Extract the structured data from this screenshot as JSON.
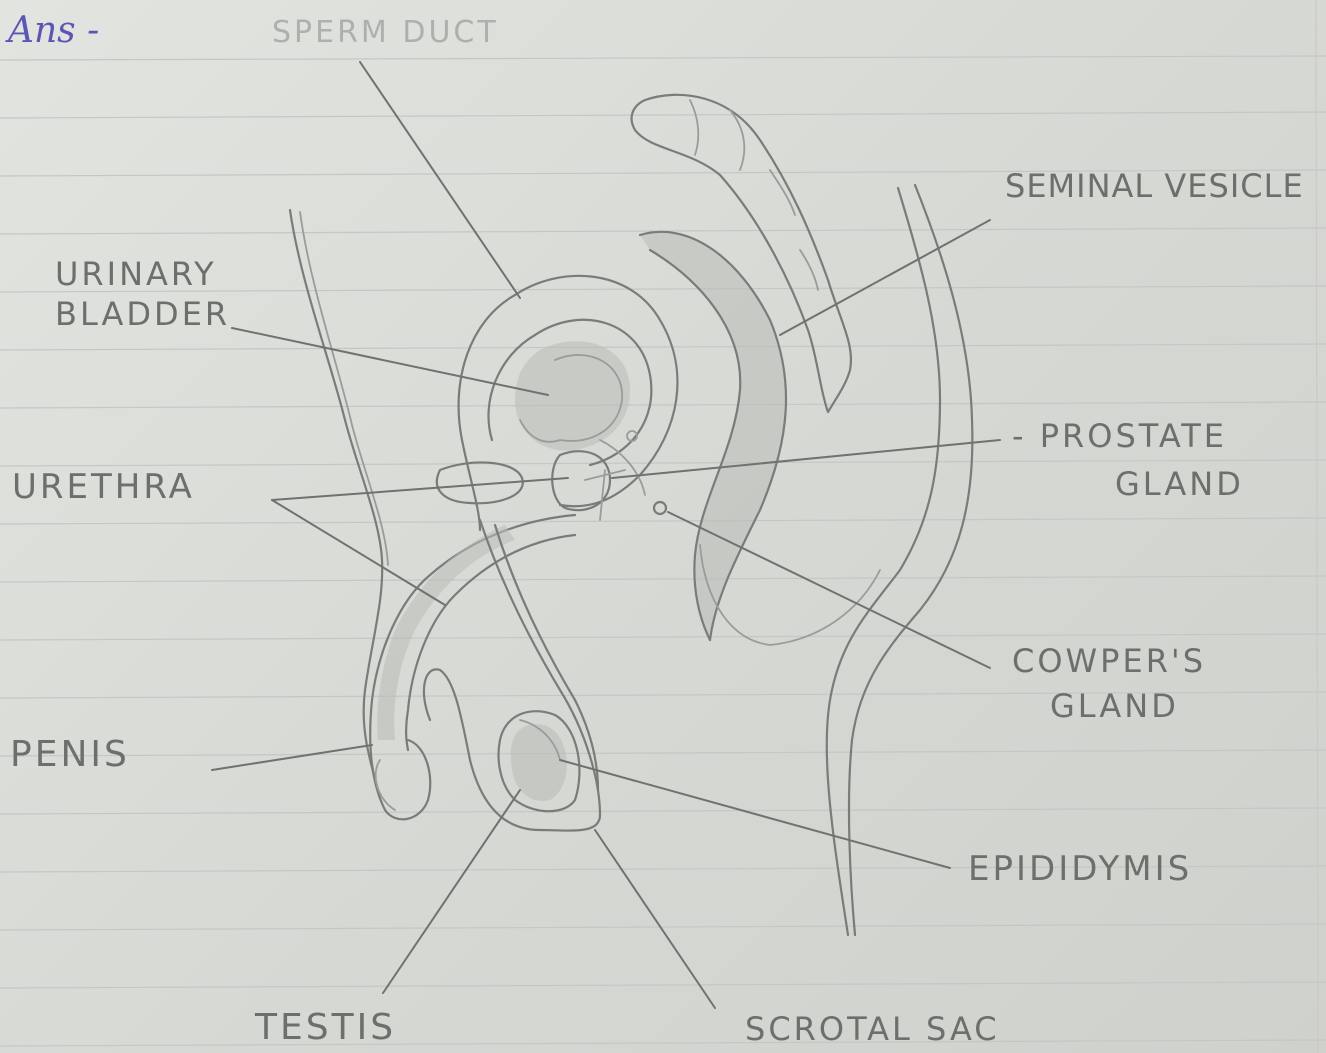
{
  "answer_prefix": "Ans -",
  "labels": {
    "sperm_duct": "SPERM DUCT",
    "seminal_vesicle": "SEMINAL VESICLE",
    "urinary_bladder_line1": "URINARY",
    "urinary_bladder_line2": "BLADDER",
    "prostate_line1": "- PROSTATE",
    "prostate_line2": "GLAND",
    "urethra": "URETHRA",
    "cowpers_line1": "COWPER'S",
    "cowpers_line2": "GLAND",
    "penis": "PENIS",
    "epididymis": "EPIDIDYMIS",
    "testis": "TESTIS",
    "scrotal_sac": "SCROTAL SAC"
  },
  "colors": {
    "pencil": "#7a7c7a",
    "ink_blue": "#5b55b8",
    "paper": "#dcded9"
  }
}
